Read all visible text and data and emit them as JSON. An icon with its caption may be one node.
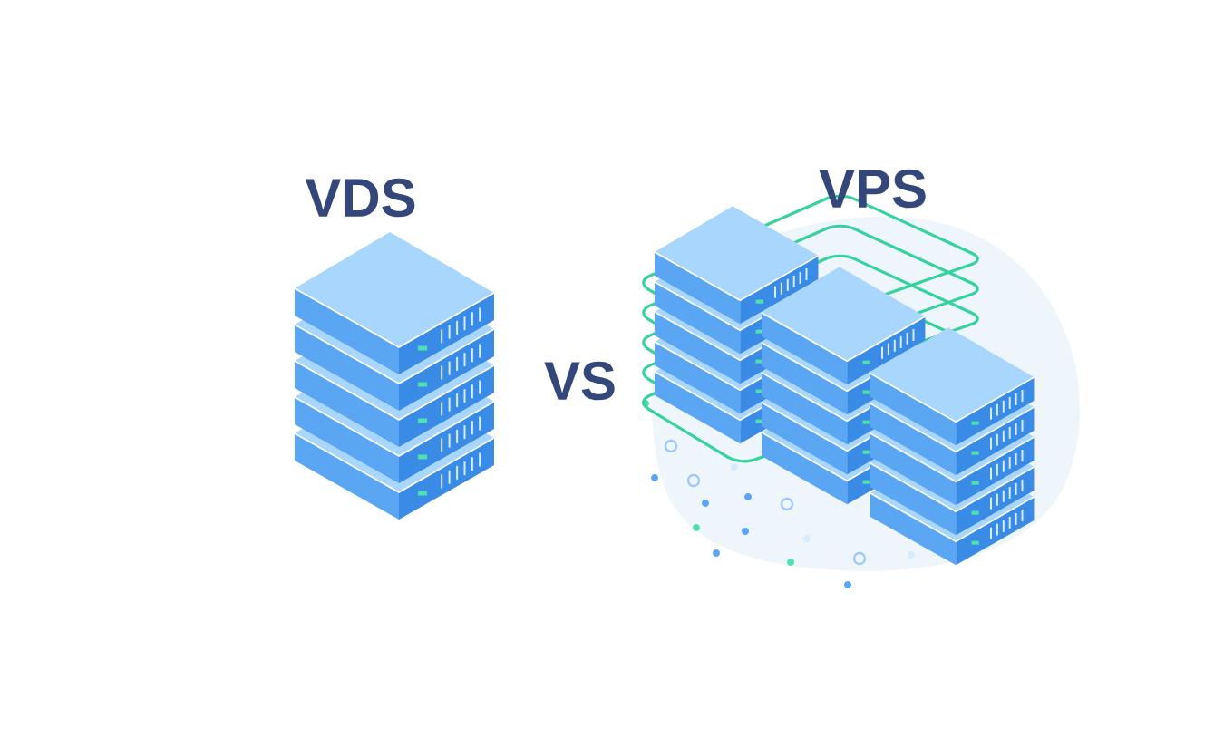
{
  "diagram": {
    "labels": [
      "VDS",
      "VS",
      "VPS"
    ]
  }
}
